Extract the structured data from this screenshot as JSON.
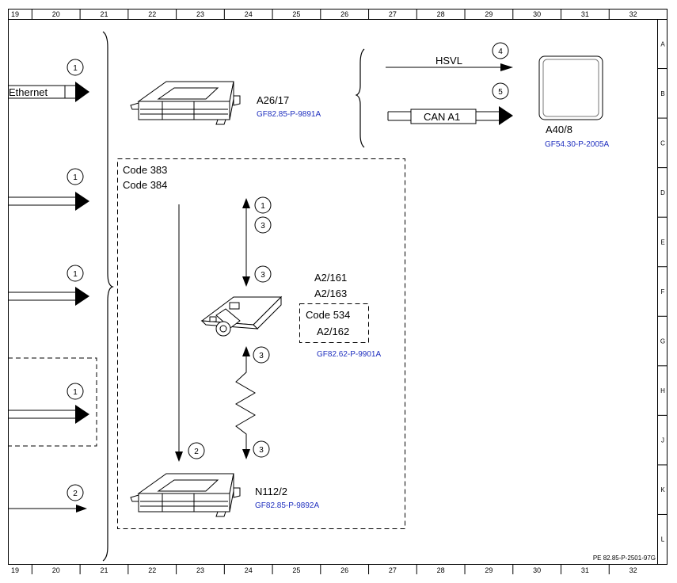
{
  "grid": {
    "columns": [
      "19",
      "20",
      "21",
      "22",
      "23",
      "24",
      "25",
      "26",
      "27",
      "28",
      "29",
      "30",
      "31",
      "32"
    ],
    "rows": [
      "A",
      "B",
      "C",
      "D",
      "E",
      "F",
      "G",
      "H",
      "J",
      "K",
      "L"
    ]
  },
  "left_signals": {
    "ethernet_label": "Ethernet",
    "circle_1": "1",
    "circle_2": "1",
    "circle_3": "1",
    "circle_4": "1",
    "circle_5": "2"
  },
  "modules": {
    "a26": {
      "name": "A26/17",
      "ref": "GF82.85-P-9891A"
    },
    "a40": {
      "name": "A40/8",
      "ref": "GF54.30-P-2005A"
    },
    "a2": {
      "name1": "A2/161",
      "name2": "A2/163",
      "ref": "GF82.62-P-9901A"
    },
    "code534": {
      "label": "Code 534",
      "name": "A2/162"
    },
    "n112": {
      "name": "N112/2",
      "ref": "GF82.85-P-9892A"
    }
  },
  "buses": {
    "hsvl_label": "HSVL",
    "hsvl_circle": "4",
    "can_label": "CAN A1",
    "can_circle": "5"
  },
  "code_box": {
    "line1": "Code 383",
    "line2": "Code 384"
  },
  "inner": {
    "c1": "1",
    "c3a": "3",
    "c3b": "3",
    "c3c": "3",
    "c3d": "3",
    "c2": "2"
  },
  "footer": {
    "doc_id": "PE 82.85-P-2501-97G"
  }
}
